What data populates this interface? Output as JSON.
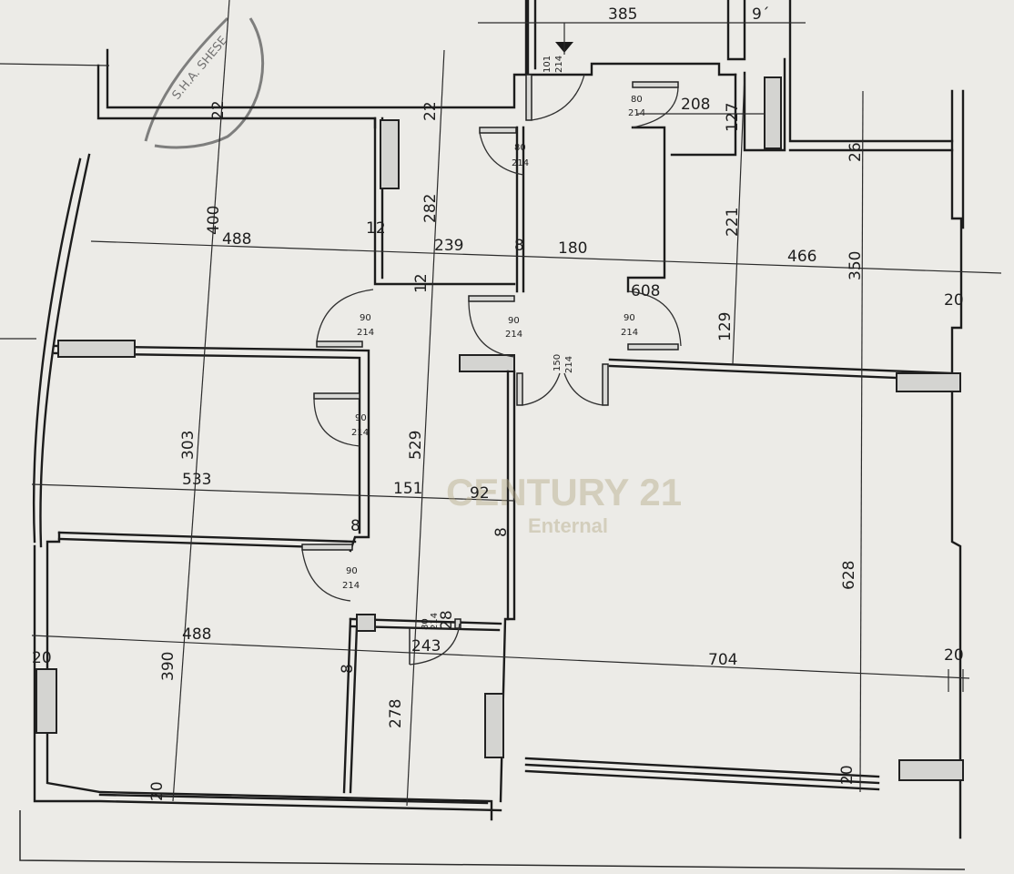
{
  "plan": {
    "top": {
      "w385": "385",
      "w9": "9´",
      "door_101": "101",
      "door_101_h": "214"
    },
    "right_block": {
      "w208": "208",
      "h127": "127",
      "h26": "26",
      "h221": "221",
      "w466": "466",
      "h350": "350",
      "w20": "20",
      "w608": "608",
      "h129": "129"
    },
    "left_block": {
      "h400": "400",
      "h22a": "22",
      "h22b": "22",
      "w488": "488",
      "h12a": "12",
      "h282": "282",
      "w239": "239",
      "w8": "8",
      "w180": "180",
      "h12b": "12"
    },
    "middle": {
      "h303": "303",
      "h529": "529",
      "w533": "533",
      "w151": "151",
      "w92": "92",
      "w8b": "8",
      "w8c": "8"
    },
    "bottom": {
      "w488": "488",
      "h20a": "20",
      "h390": "390",
      "w243": "243",
      "h28": "28",
      "h278": "278",
      "w704": "704",
      "h20b": "20",
      "h628": "628",
      "h20c": "20",
      "h20d": "20",
      "w8d": "8"
    },
    "doors": [
      {
        "w": "80",
        "h": "214"
      },
      {
        "w": "80",
        "h": "214"
      },
      {
        "w": "90",
        "h": "214"
      },
      {
        "w": "90",
        "h": "214"
      },
      {
        "w": "90",
        "h": "214"
      },
      {
        "w": "150",
        "h": "214"
      },
      {
        "w": "90",
        "h": "214"
      },
      {
        "w": "90",
        "h": "214"
      },
      {
        "w": "80",
        "h": "214"
      }
    ],
    "watermark": {
      "brand": "CENTURY 21",
      "agency": "Enternal"
    }
  }
}
